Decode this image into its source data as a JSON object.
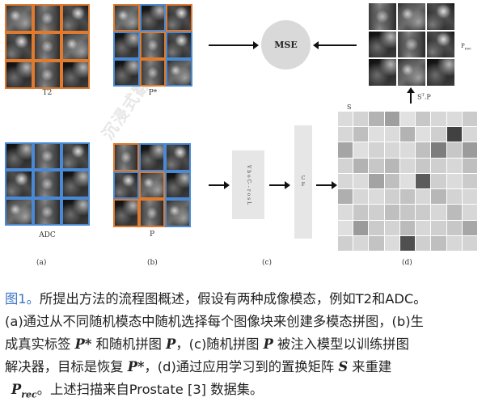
{
  "panels": {
    "t2_label": "T2",
    "pstar_label": "P*",
    "adc_label": "ADC",
    "p_label": "P",
    "mse_label": "MSE",
    "s_label": "S",
    "prec_label": "P",
    "prec_sub": "rec",
    "stp_label": "S",
    "stp_sup": "T",
    "stp_suffix": ".P",
    "block1_text_a": "V b o C",
    "block1_text_b": "- - r o s L",
    "block2_text_a": "C",
    "block2_text_b": "F",
    "sub_a": "(a)",
    "sub_b": "(b)",
    "sub_c": "(c)",
    "sub_d": "(d)"
  },
  "watermark": "沉浸式翻译",
  "caption": {
    "fig_ref": "图1。",
    "line1": "所提出方法的流程图概述，假设有两种成像模态，例如T2和ADC。",
    "line2": "(a)通过从不同随机模态中随机选择每个图像块来创建多模态拼图，(b)生",
    "line3_a": "成真实标签 ",
    "line3_pstar": "P*",
    "line3_b": " 和随机拼图 ",
    "line3_p": "P",
    "line3_c": "，(c)随机拼图 ",
    "line3_p2": "P",
    "line3_d": " 被注入模型以训练拼图",
    "line4_a": "解决器，目标是恢复 ",
    "line4_pstar": "P*",
    "line4_b": "，(d)通过应用学习到的置换矩阵 ",
    "line4_s": "S",
    "line4_c": " 来重建",
    "line5_p": "P",
    "line5_sub": "rec",
    "line5_a": "。上述扫描来自Prostate [3] 数据集。"
  },
  "colors": {
    "t2_border": "#e07a2e",
    "adc_border": "#4a8ad4",
    "mse_fill": "#d9d9d9",
    "fig_ref": "#3a73c4"
  },
  "heatmap_values": [
    [
      0.08,
      0.12,
      0.28,
      0.38,
      0.05,
      0.18,
      0.1,
      0.08,
      0.16
    ],
    [
      0.1,
      0.22,
      0.06,
      0.08,
      0.28,
      0.06,
      0.14,
      0.85,
      0.1
    ],
    [
      0.35,
      0.06,
      0.12,
      0.1,
      0.08,
      0.22,
      0.55,
      0.18,
      0.4
    ],
    [
      0.12,
      0.28,
      0.18,
      0.26,
      0.1,
      0.18,
      0.14,
      0.1,
      0.22
    ],
    [
      0.1,
      0.08,
      0.36,
      0.22,
      0.06,
      0.72,
      0.14,
      0.08,
      0.16
    ],
    [
      0.3,
      0.1,
      0.08,
      0.14,
      0.2,
      0.1,
      0.26,
      0.12,
      0.1
    ],
    [
      0.08,
      0.18,
      0.14,
      0.22,
      0.18,
      0.16,
      0.1,
      0.24,
      0.1
    ],
    [
      0.06,
      0.4,
      0.16,
      0.12,
      0.24,
      0.1,
      0.14,
      0.18,
      0.34
    ],
    [
      0.14,
      0.1,
      0.2,
      0.08,
      0.78,
      0.14,
      0.22,
      0.1,
      0.12
    ]
  ]
}
